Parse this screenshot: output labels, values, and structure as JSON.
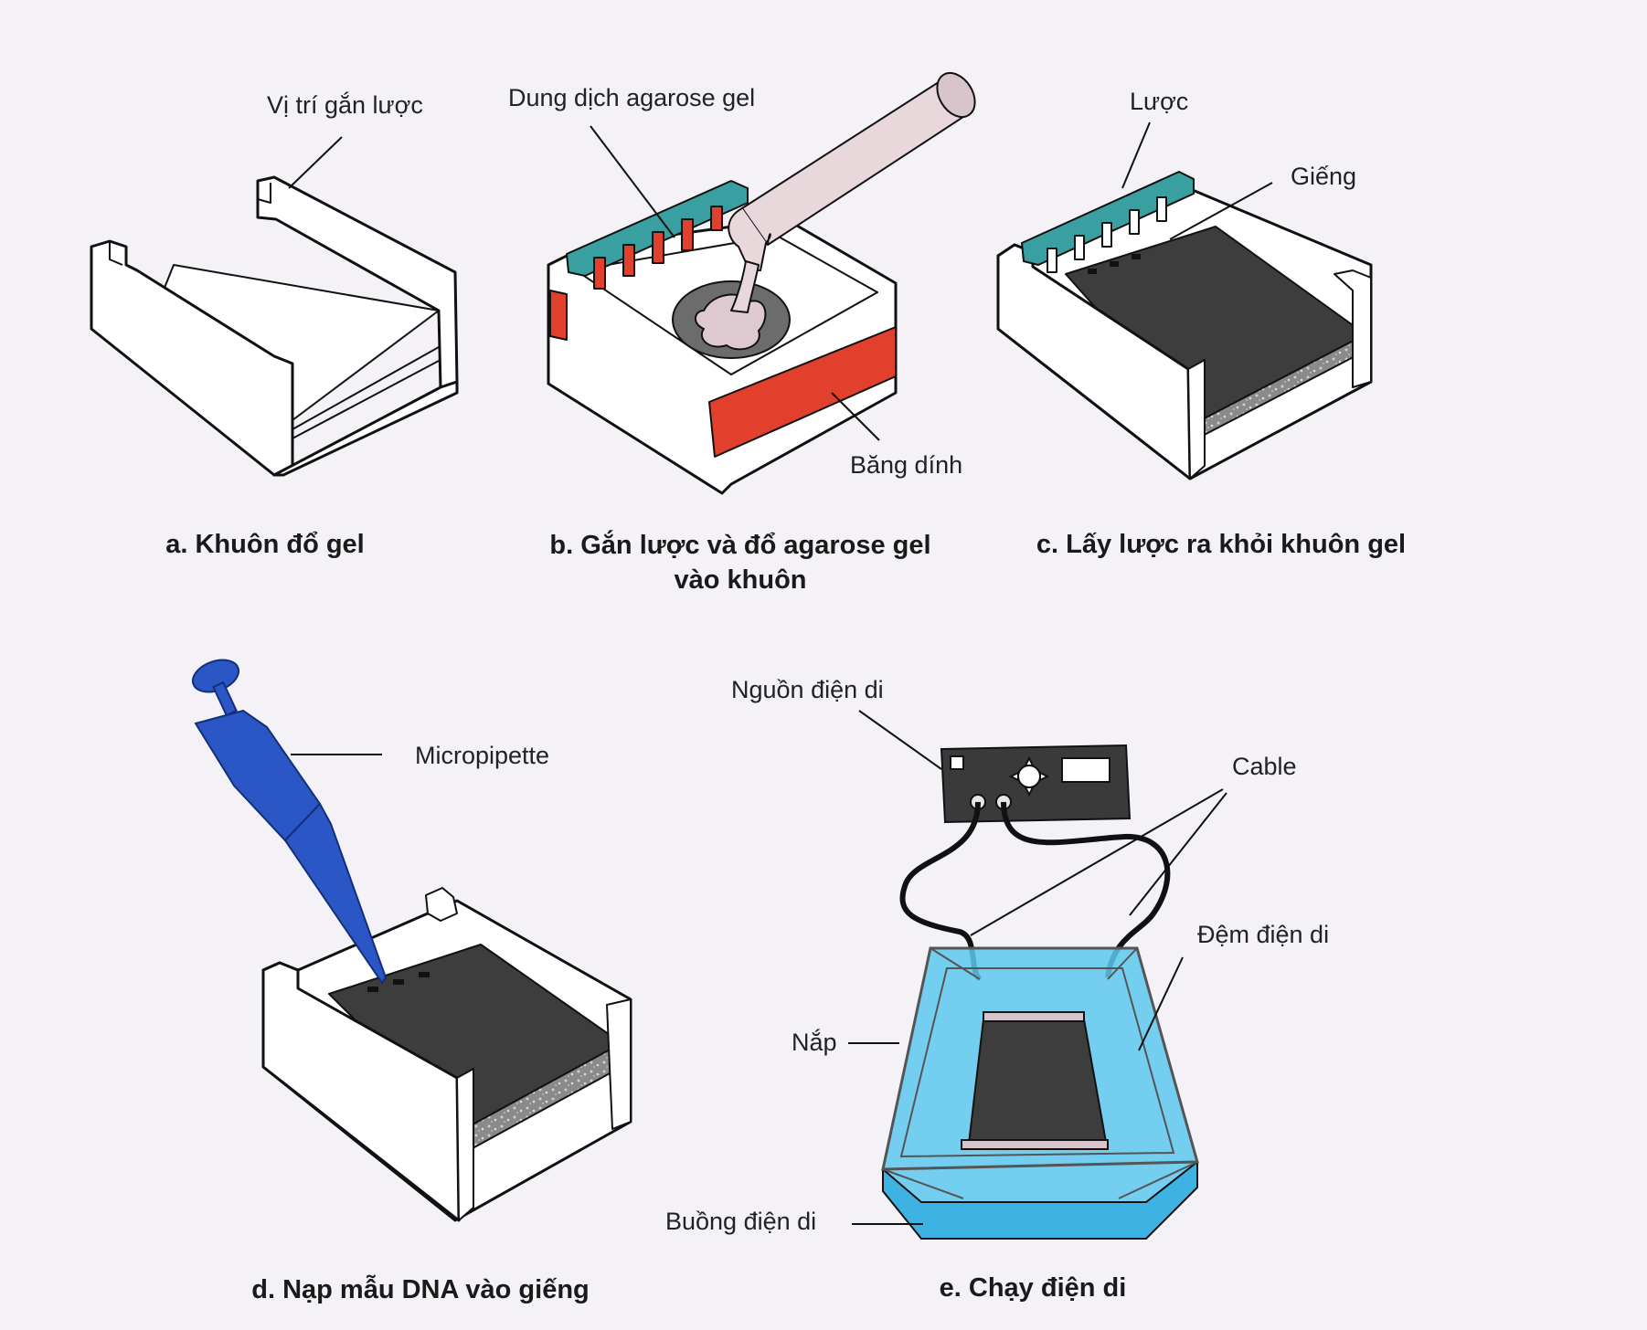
{
  "panels": {
    "a": {
      "caption": "a. Khuôn đổ gel",
      "labels": {
        "comb_slot": "Vị trí gắn lược"
      }
    },
    "b": {
      "caption": "b. Gắn lược và đổ agarose gel vào khuôn",
      "labels": {
        "agarose": "Dung dịch agarose gel",
        "tape": "Băng dính"
      }
    },
    "c": {
      "caption": "c. Lấy lược ra khỏi khuôn gel",
      "labels": {
        "comb": "Lược",
        "wells": "Giếng"
      }
    },
    "d": {
      "caption": "d. Nạp mẫu DNA vào giếng",
      "labels": {
        "micropipette": "Micropipette"
      }
    },
    "e": {
      "caption": "e. Chạy điện di",
      "labels": {
        "power_supply": "Nguồn điện di",
        "cable": "Cable",
        "buffer": "Đệm điện di",
        "lid": "Nắp",
        "chamber": "Buồng điện di"
      }
    }
  },
  "colors": {
    "comb": "#3a9fa0",
    "tape": "#e0402c",
    "gel": "#3d3d3d",
    "buffer": "#5ec8ef",
    "pipette": "#2a56c6",
    "power_supply": "#3a3a3a",
    "pour_tube": "#e8d8dc"
  }
}
